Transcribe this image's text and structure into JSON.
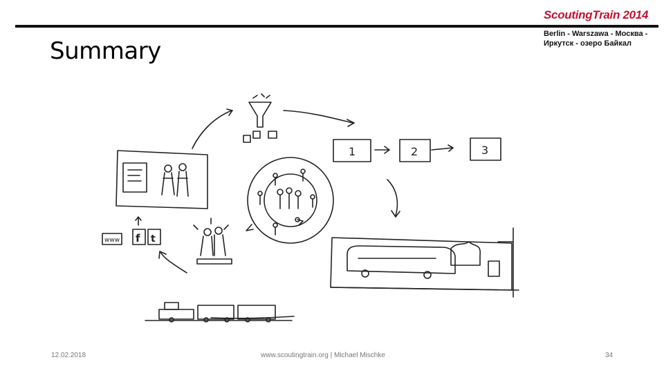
{
  "header": {
    "brand": "ScoutingTrain 2014",
    "route_line1": "Berlin - Warszawa - Москва -",
    "route_line2": "Иркутск - озеро Байкал"
  },
  "slide": {
    "title": "Summary"
  },
  "sketch": {
    "step_labels": [
      "1",
      "2",
      "3"
    ],
    "social_labels": [
      "www",
      "f",
      "t"
    ],
    "icons": [
      "funnel-icon",
      "people-circle-icon",
      "train-car-icon",
      "locomotive-icon",
      "presentation-board-icon"
    ]
  },
  "footer": {
    "date": "12.02.2018",
    "source": "www.scoutingtrain.org | Michael Mischke",
    "page": "34"
  }
}
